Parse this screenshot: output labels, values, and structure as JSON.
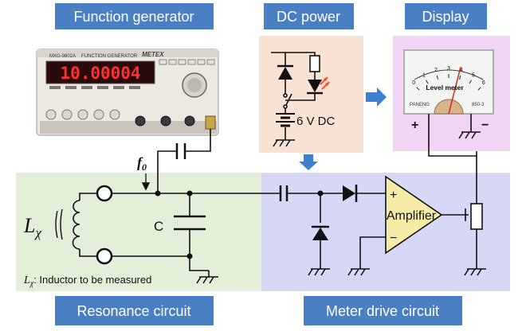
{
  "headers": {
    "function_generator": "Function generator",
    "dc_power": "DC power",
    "display": "Display",
    "resonance_circuit": "Resonance circuit",
    "meter_drive_circuit": "Meter drive circuit"
  },
  "generator": {
    "model": "MXG-9802A",
    "subtitle": "FUNCTION GENERATOR",
    "brand": "METEX",
    "readout": "10.00004"
  },
  "labels": {
    "frequency_symbol": "f",
    "frequency_subscript": "0",
    "inductor_symbol": "L",
    "inductor_subscript": "χ",
    "capacitor": "C",
    "battery": "6 V DC",
    "amplifier": "Amplifier",
    "amp_plus": "+",
    "amp_minus": "−",
    "meter_plus": "+",
    "meter_minus": "−",
    "note_symbol": "L",
    "note_subscript": "χ",
    "note_text": ": Inductor to be measured"
  },
  "meter": {
    "title": "Level meter",
    "scale": [
      "0",
      "1",
      "2",
      "3",
      "4",
      "5",
      "6"
    ],
    "brand_left": "PANENG",
    "brand_right": "850-3"
  },
  "colors": {
    "header_blue": "#4a7fc4",
    "resonance_bg": "#e3efd9",
    "meter_drive_bg": "#d6d8f5",
    "dc_power_bg": "#f8e2d4",
    "display_bg": "#f1d6f3",
    "arrow_blue": "#3f7fcf",
    "led_red": "#ff3b1f"
  }
}
